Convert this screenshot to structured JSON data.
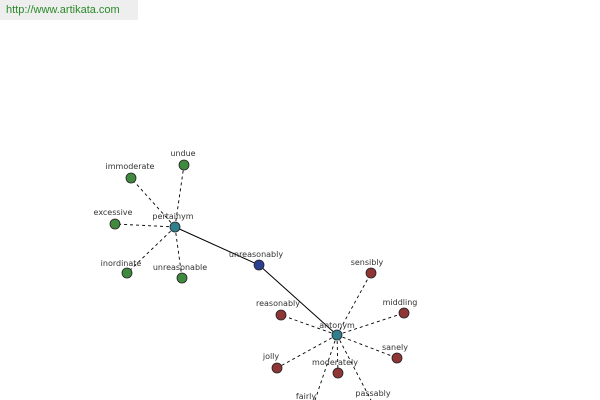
{
  "watermark": "http://www.artikata.com",
  "colors": {
    "center": "#2f7f8f",
    "root": "#2a3f8f",
    "pertainym_group": "#3f8a3f",
    "antonym_group": "#8f3535",
    "edge": "#000000"
  },
  "nodes": [
    {
      "id": "unreasonably",
      "label": "unreasonably",
      "role": "root"
    },
    {
      "id": "pertainym",
      "label": "pertainym",
      "role": "center"
    },
    {
      "id": "antonym",
      "label": "antonym",
      "role": "center"
    },
    {
      "id": "immoderate",
      "label": "immoderate",
      "role": "pertainym_group"
    },
    {
      "id": "undue",
      "label": "undue",
      "role": "pertainym_group"
    },
    {
      "id": "excessive",
      "label": "excessive",
      "role": "pertainym_group"
    },
    {
      "id": "inordinate",
      "label": "inordinate",
      "role": "pertainym_group"
    },
    {
      "id": "unreasonable",
      "label": "unreasonable",
      "role": "pertainym_group"
    },
    {
      "id": "sensibly",
      "label": "sensibly",
      "role": "antonym_group"
    },
    {
      "id": "reasonably",
      "label": "reasonably",
      "role": "antonym_group"
    },
    {
      "id": "middling",
      "label": "middling",
      "role": "antonym_group"
    },
    {
      "id": "sanely",
      "label": "sanely",
      "role": "antonym_group"
    },
    {
      "id": "jolly",
      "label": "jolly",
      "role": "antonym_group"
    },
    {
      "id": "moderately",
      "label": "moderately",
      "role": "antonym_group"
    },
    {
      "id": "fairly",
      "label": "fairly",
      "role": "antonym_group"
    },
    {
      "id": "passably",
      "label": "passably",
      "role": "antonym_group"
    }
  ],
  "edges": [
    {
      "from": "pertainym",
      "to": "unreasonably",
      "style": "solid"
    },
    {
      "from": "unreasonably",
      "to": "antonym",
      "style": "solid"
    },
    {
      "from": "pertainym",
      "to": "immoderate",
      "style": "dashed"
    },
    {
      "from": "pertainym",
      "to": "undue",
      "style": "dashed"
    },
    {
      "from": "pertainym",
      "to": "excessive",
      "style": "dashed"
    },
    {
      "from": "pertainym",
      "to": "inordinate",
      "style": "dashed"
    },
    {
      "from": "pertainym",
      "to": "unreasonable",
      "style": "dashed"
    },
    {
      "from": "antonym",
      "to": "sensibly",
      "style": "dashed"
    },
    {
      "from": "antonym",
      "to": "reasonably",
      "style": "dashed"
    },
    {
      "from": "antonym",
      "to": "middling",
      "style": "dashed"
    },
    {
      "from": "antonym",
      "to": "sanely",
      "style": "dashed"
    },
    {
      "from": "antonym",
      "to": "jolly",
      "style": "dashed"
    },
    {
      "from": "antonym",
      "to": "moderately",
      "style": "dashed"
    },
    {
      "from": "antonym",
      "to": "fairly",
      "style": "dashed"
    },
    {
      "from": "antonym",
      "to": "passably",
      "style": "dashed"
    }
  ]
}
